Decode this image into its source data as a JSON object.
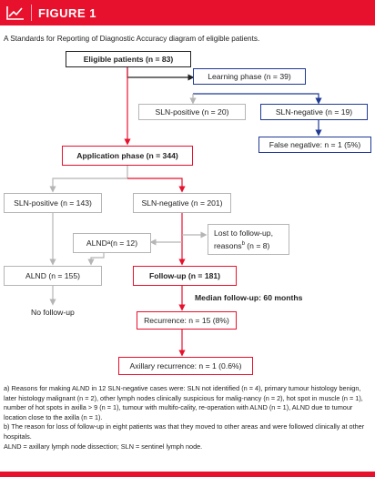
{
  "header": {
    "title": "FIGURE 1",
    "logo_icon": "line-chart-icon",
    "color": "#e8112d"
  },
  "caption": "A Standards for Reporting of Diagnostic Accuracy diagram of eligible patients.",
  "diagram": {
    "eligible": "Eligible patients (n = 83)",
    "learning": "Learning phase (n = 39)",
    "learning_pos": "SLN-positive (n = 20)",
    "learning_neg": "SLN-negative (n = 19)",
    "false_neg": "False negative: n = 1 (5%)",
    "application": "Application phase (n = 344)",
    "app_pos": "SLN-positive (n = 143)",
    "app_neg": "SLN-negative (n = 201)",
    "alnd_a": {
      "prefix": "ALND",
      "sup": "a",
      "suffix": " (n = 12)"
    },
    "lost": {
      "line1": "Lost to follow-up,",
      "prefix": "reasons",
      "sup": "b",
      "suffix": " (n = 8)"
    },
    "alnd": "ALND (n = 155)",
    "followup": "Follow-up (n = 181)",
    "no_followup": "No follow-up",
    "median": "Median follow-up: 60 months",
    "recurrence": "Recurrence: n = 15 (8%)",
    "axillary": "Axillary recurrence: n = 1 (0.6%)"
  },
  "notes": {
    "a": "a) Reasons for making ALND in 12 SLN-negative cases were: SLN not identified (n = 4), primary tumour histology benign, later histology malignant (n = 2), other lymph nodes clinically suspicious for malig-nancy (n = 2), hot spot in muscle (n = 1), number of hot spots in axilla > 9 (n = 1), tumour with multifo-cality, re-operation with ALND (n = 1), ALND due to tumour location close to the axilla (n = 1).",
    "b": "b) The reason for loss of follow-up in eight patients was that they moved to other areas and were followed clinically at other hospitals.",
    "abbr": "ALND = axillary lymph node dissection; SLN = sentinel lymph node."
  },
  "colors": {
    "red": "#e8112d",
    "blue": "#1f3a93",
    "black": "#222222",
    "gray": "#b5b5b5"
  }
}
